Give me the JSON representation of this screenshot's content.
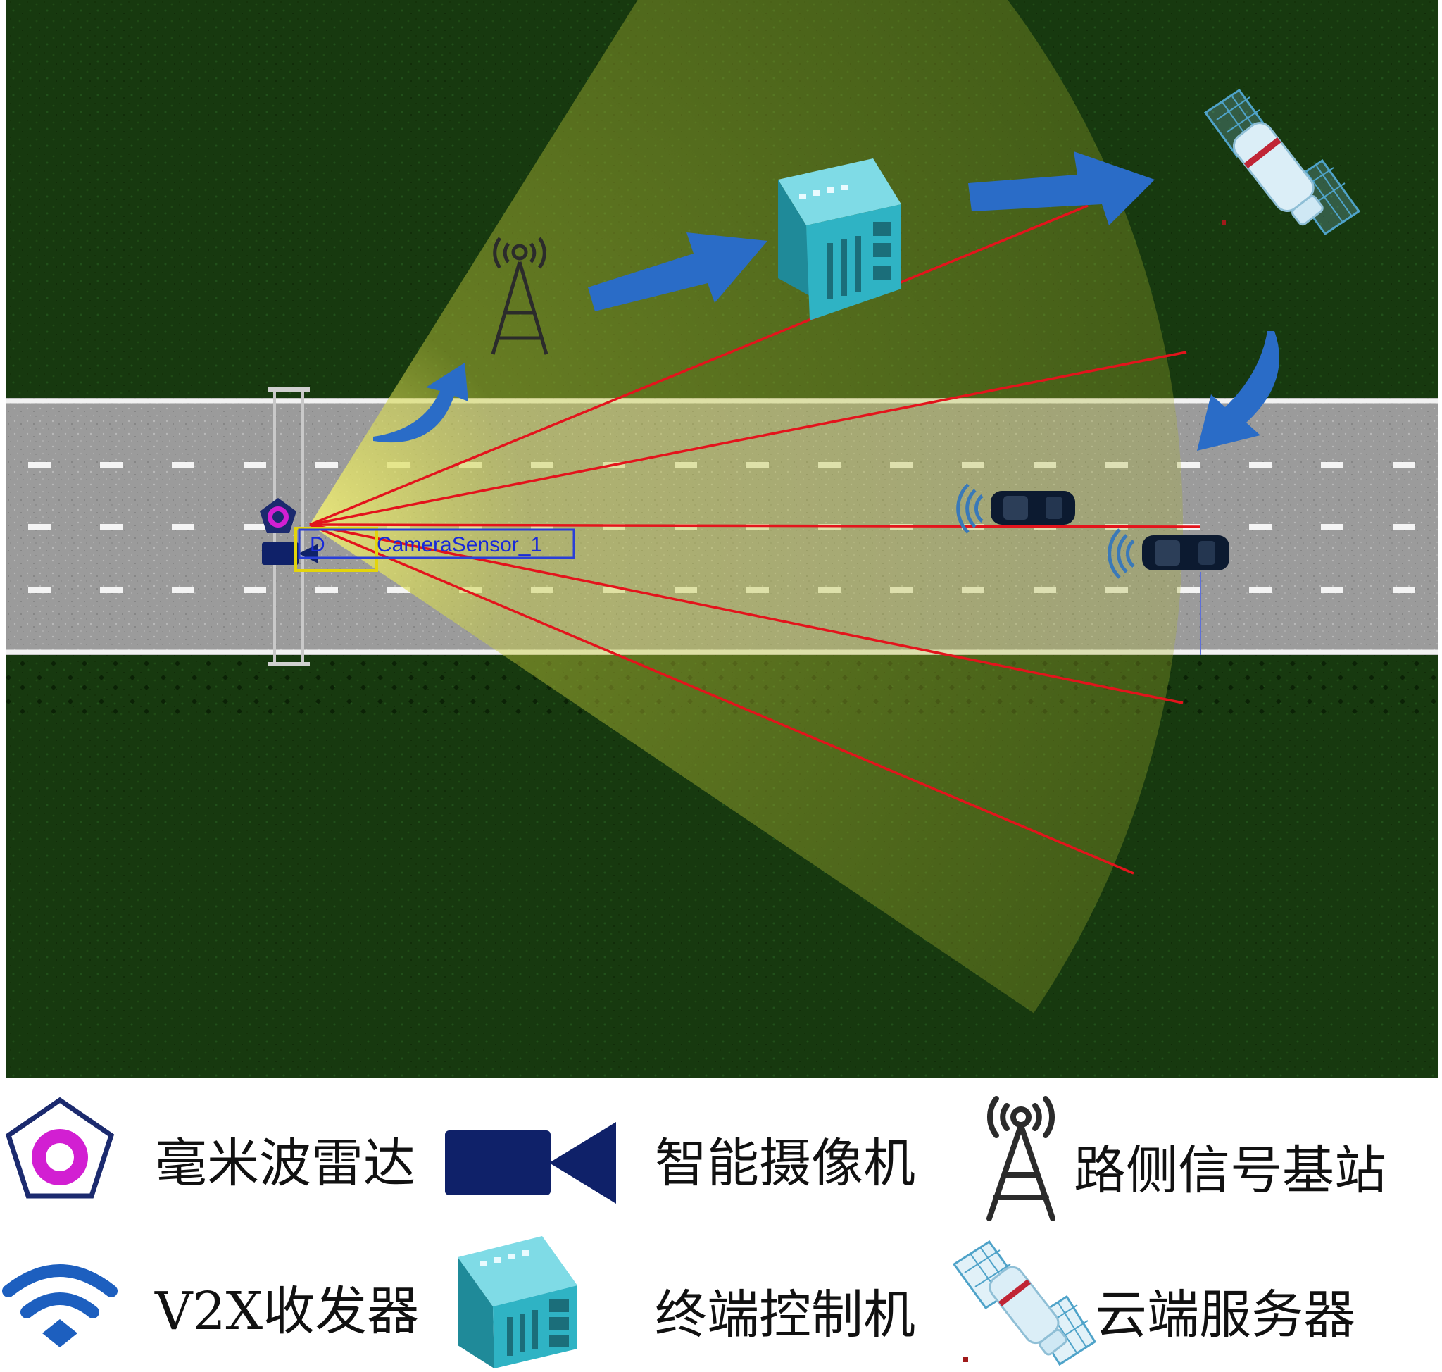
{
  "scene": {
    "camera_tag": "CameraSensor_1",
    "camera_tag_prefix": "D",
    "colors": {
      "grass": "#17390f",
      "road": "#9b9b9b",
      "fov": "#c9cf3c",
      "laser": "#e3141c",
      "flow_arrow": "#2a6cc7",
      "server": "#2fb3c4",
      "radar_ring": "#d21fd2",
      "radar_outline": "#1b2a6e",
      "camera": "#0f2169",
      "v2x": "#1d5fbf"
    }
  },
  "legend": [
    {
      "icon": "radar-icon",
      "label": "毫米波雷达"
    },
    {
      "icon": "camera-icon",
      "label": "智能摄像机"
    },
    {
      "icon": "tower-icon",
      "label": "路侧信号基站"
    },
    {
      "icon": "v2x-icon",
      "label": "V2X收发器"
    },
    {
      "icon": "server-icon",
      "label": "终端控制机"
    },
    {
      "icon": "satellite-icon",
      "label": "云端服务器"
    }
  ]
}
